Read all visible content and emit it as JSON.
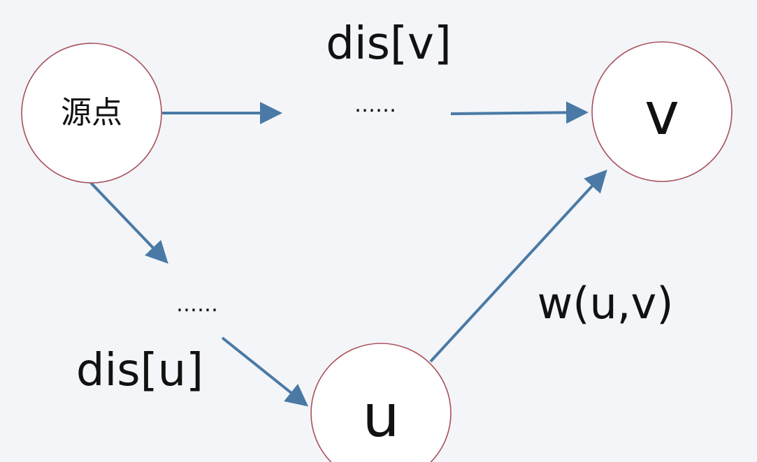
{
  "nodes": {
    "source": "源点",
    "v": "v",
    "u": "u"
  },
  "labels": {
    "dis_v": "dis[v]",
    "dis_u": "dis[u]",
    "weight": "w(u,v)",
    "ellipsis_top": "……",
    "ellipsis_left": "……"
  },
  "colors": {
    "edge": "#4a79a6",
    "node_border": "#a8505a",
    "background": "#f3f5f8"
  }
}
